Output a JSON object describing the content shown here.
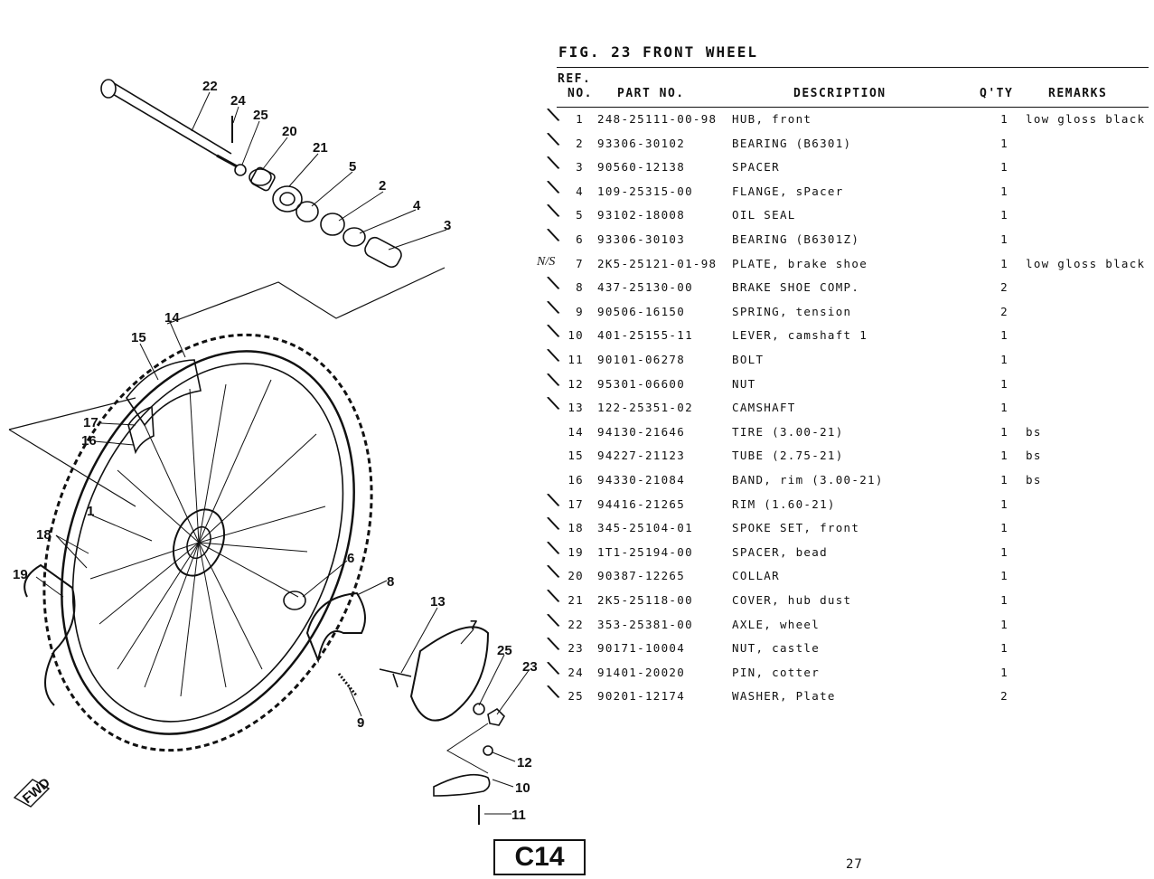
{
  "figure": {
    "title": "FIG. 23  FRONT WHEEL"
  },
  "table": {
    "headers": {
      "ref": "REF.",
      "no": "NO.",
      "part_no": "PART NO.",
      "description": "DESCRIPTION",
      "qty": "Q'TY",
      "remarks": "REMARKS"
    },
    "rows": [
      {
        "ref": "1",
        "part": "248-25111-00-98",
        "desc": "HUB, front",
        "qty": "1",
        "remarks": "low gloss black",
        "checked": true
      },
      {
        "ref": "2",
        "part": "93306-30102",
        "desc": "BEARING (B6301)",
        "qty": "1",
        "remarks": "",
        "checked": true
      },
      {
        "ref": "3",
        "part": "90560-12138",
        "desc": "SPACER",
        "qty": "1",
        "remarks": "",
        "checked": true
      },
      {
        "ref": "4",
        "part": "109-25315-00",
        "desc": "FLANGE, sPacer",
        "qty": "1",
        "remarks": "",
        "checked": true
      },
      {
        "ref": "5",
        "part": "93102-18008",
        "desc": "OIL SEAL",
        "qty": "1",
        "remarks": "",
        "checked": true
      },
      {
        "ref": "6",
        "part": "93306-30103",
        "desc": "BEARING (B6301Z)",
        "qty": "1",
        "remarks": "",
        "checked": true
      },
      {
        "ref": "7",
        "part": "2K5-25121-01-98",
        "desc": "PLATE, brake shoe",
        "qty": "1",
        "remarks": "low gloss black",
        "checked": false
      },
      {
        "ref": "8",
        "part": "437-25130-00",
        "desc": "BRAKE SHOE COMP.",
        "qty": "2",
        "remarks": "",
        "checked": true
      },
      {
        "ref": "9",
        "part": "90506-16150",
        "desc": "SPRING, tension",
        "qty": "2",
        "remarks": "",
        "checked": true
      },
      {
        "ref": "10",
        "part": "401-25155-11",
        "desc": "LEVER, camshaft 1",
        "qty": "1",
        "remarks": "",
        "checked": true
      },
      {
        "ref": "11",
        "part": "90101-06278",
        "desc": "BOLT",
        "qty": "1",
        "remarks": "",
        "checked": true
      },
      {
        "ref": "12",
        "part": "95301-06600",
        "desc": "NUT",
        "qty": "1",
        "remarks": "",
        "checked": true
      },
      {
        "ref": "13",
        "part": "122-25351-02",
        "desc": "CAMSHAFT",
        "qty": "1",
        "remarks": "",
        "checked": true
      },
      {
        "ref": "14",
        "part": "94130-21646",
        "desc": "TIRE (3.00-21)",
        "qty": "1",
        "remarks": "bs",
        "checked": false
      },
      {
        "ref": "15",
        "part": "94227-21123",
        "desc": "TUBE (2.75-21)",
        "qty": "1",
        "remarks": "bs",
        "checked": false
      },
      {
        "ref": "16",
        "part": "94330-21084",
        "desc": "BAND, rim (3.00-21)",
        "qty": "1",
        "remarks": "bs",
        "checked": false
      },
      {
        "ref": "17",
        "part": "94416-21265",
        "desc": "RIM (1.60-21)",
        "qty": "1",
        "remarks": "",
        "checked": true
      },
      {
        "ref": "18",
        "part": "345-25104-01",
        "desc": "SPOKE SET, front",
        "qty": "1",
        "remarks": "",
        "checked": true
      },
      {
        "ref": "19",
        "part": "1T1-25194-00",
        "desc": "SPACER, bead",
        "qty": "1",
        "remarks": "",
        "checked": true
      },
      {
        "ref": "20",
        "part": "90387-12265",
        "desc": "COLLAR",
        "qty": "1",
        "remarks": "",
        "checked": true
      },
      {
        "ref": "21",
        "part": "2K5-25118-00",
        "desc": "COVER, hub dust",
        "qty": "1",
        "remarks": "",
        "checked": true
      },
      {
        "ref": "22",
        "part": "353-25381-00",
        "desc": "AXLE, wheel",
        "qty": "1",
        "remarks": "",
        "checked": true
      },
      {
        "ref": "23",
        "part": "90171-10004",
        "desc": "NUT, castle",
        "qty": "1",
        "remarks": "",
        "checked": true
      },
      {
        "ref": "24",
        "part": "91401-20020",
        "desc": "PIN, cotter",
        "qty": "1",
        "remarks": "",
        "checked": true
      },
      {
        "ref": "25",
        "part": "90201-12174",
        "desc": "WASHER, Plate",
        "qty": "2",
        "remarks": "",
        "checked": true
      }
    ]
  },
  "annotations": {
    "ns_mark": "N/S"
  },
  "footer": {
    "page_number": "27",
    "section_code": "C14"
  },
  "diagram": {
    "callouts": [
      "22",
      "24",
      "25",
      "20",
      "21",
      "5",
      "2",
      "4",
      "3",
      "14",
      "15",
      "17",
      "16",
      "1",
      "18",
      "19",
      "6",
      "8",
      "13",
      "7",
      "25",
      "23",
      "9",
      "12",
      "10",
      "11"
    ],
    "fwd_label": "FWD"
  },
  "colors": {
    "ink": "#111111",
    "paper": "#ffffff"
  }
}
